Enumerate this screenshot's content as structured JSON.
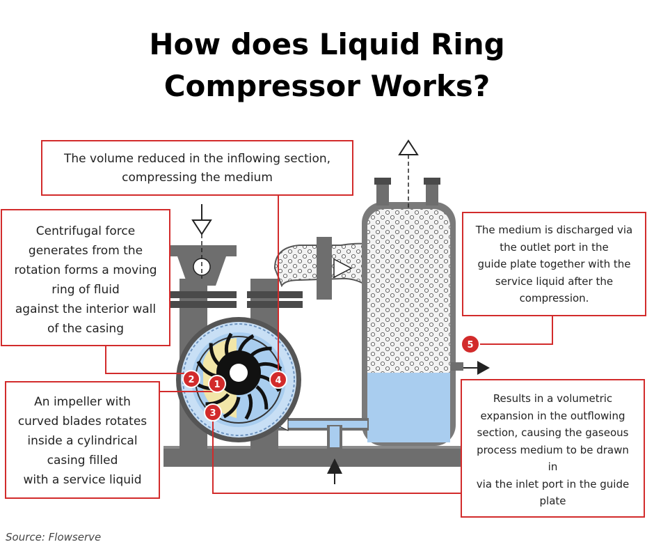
{
  "title": {
    "line1": "How does Liquid Ring",
    "line2": "Compressor Works?"
  },
  "callouts": {
    "inflowing": {
      "lines": [
        "The volume reduced in the inflowing section,",
        "compressing the medium"
      ]
    },
    "centrifugal": {
      "lines": [
        "Centrifugal force",
        "generates from the",
        "rotation forms a moving",
        "ring of fluid",
        "against the interior wall",
        "of the casing"
      ]
    },
    "impeller": {
      "lines": [
        "An impeller with",
        "curved blades rotates",
        "inside a cylindrical",
        "casing filled",
        "with a service liquid"
      ]
    },
    "discharge": {
      "lines": [
        "The medium is discharged via",
        "the outlet port in the",
        "guide plate together with the",
        "service liquid after the",
        "compression."
      ]
    },
    "expansion": {
      "lines": [
        "Results in a volumetric",
        "expansion in the outflowing",
        "section, causing the gaseous",
        "process medium to be drawn",
        "in",
        "via the inlet port in the guide",
        "plate"
      ]
    }
  },
  "badges": {
    "b1": "1",
    "b2": "2",
    "b3": "3",
    "b4": "4",
    "b5": "5"
  },
  "source": "Source: Flowserve",
  "colors": {
    "accent_red": "#d22b2b",
    "machine_gray": "#6e6e6e",
    "liquid_blue": "#a9cdef",
    "casing_blue": "#c8dff5"
  }
}
